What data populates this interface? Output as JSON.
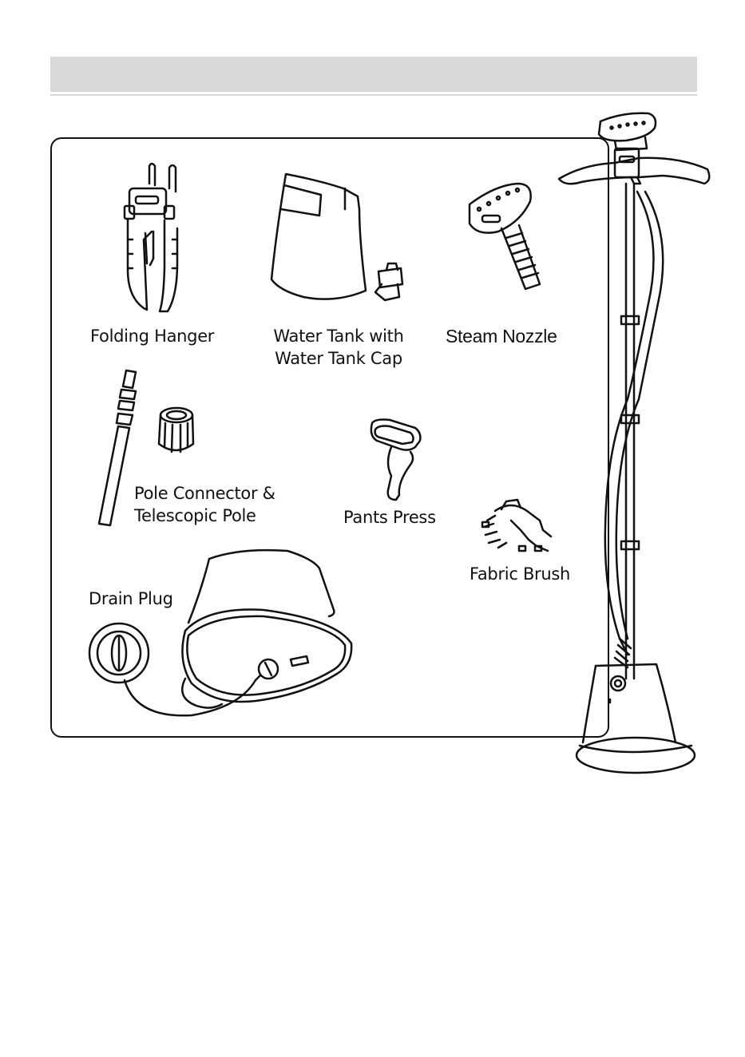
{
  "parts": {
    "folding_hanger": "Folding Hanger",
    "water_tank_line1": "Water Tank with",
    "water_tank_line2": "Water Tank Cap",
    "steam_nozzle": "Steam Nozzle",
    "pole_line1": "Pole Connector &",
    "pole_line2": "Telescopic Pole",
    "pants_press": "Pants Press",
    "fabric_brush": "Fabric Brush",
    "drain_plug": "Drain Plug"
  },
  "colors": {
    "header_bar": "#d9d9d9",
    "line": "#111111"
  },
  "icons": [
    "folding-hanger-icon",
    "water-tank-icon",
    "water-tank-cap-icon",
    "steam-nozzle-icon",
    "telescopic-pole-icon",
    "pole-connector-icon",
    "pants-press-icon",
    "fabric-brush-icon",
    "drain-plug-icon",
    "base-tank-icon",
    "garment-steamer-icon"
  ]
}
